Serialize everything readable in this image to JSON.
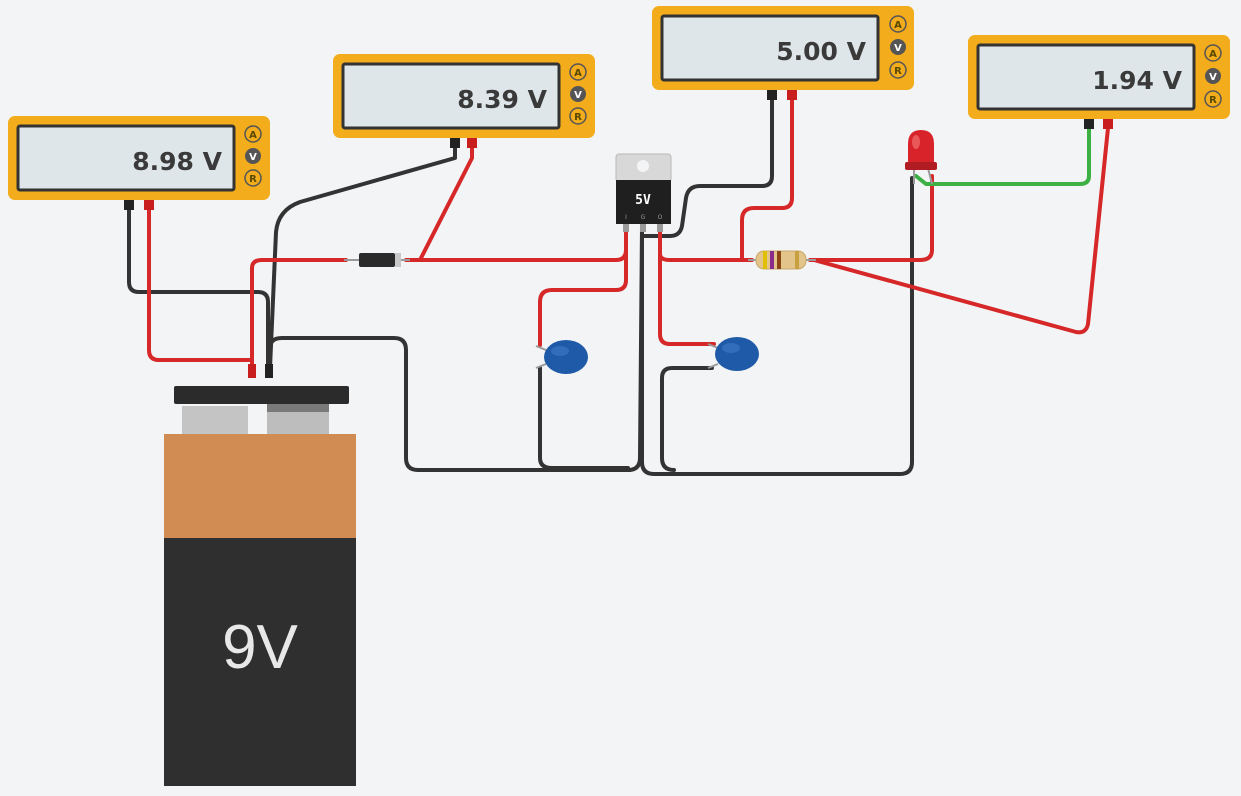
{
  "colors": {
    "background": "#f3f4f6",
    "meter_body": "#f2ac1c",
    "meter_screen": "#dfe6ea",
    "wire_red": "#d62828",
    "wire_black": "#333333",
    "wire_green": "#3cb043",
    "battery_top": "#d08c52",
    "battery_bottom": "#2f2f2f",
    "capacitor": "#1e5aa8",
    "led": "#d9232a"
  },
  "multimeters": [
    {
      "reading": "8.98 V",
      "buttons": [
        "A",
        "V",
        "R"
      ],
      "selected": "V"
    },
    {
      "reading": "8.39 V",
      "buttons": [
        "A",
        "V",
        "R"
      ],
      "selected": "V"
    },
    {
      "reading": "5.00 V",
      "buttons": [
        "A",
        "V",
        "R"
      ],
      "selected": "V"
    },
    {
      "reading": "1.94 V",
      "buttons": [
        "A",
        "V",
        "R"
      ],
      "selected": "V"
    }
  ],
  "regulator": {
    "label": "5V",
    "pins": [
      "I",
      "G",
      "O"
    ]
  },
  "battery": {
    "label": "9V"
  }
}
